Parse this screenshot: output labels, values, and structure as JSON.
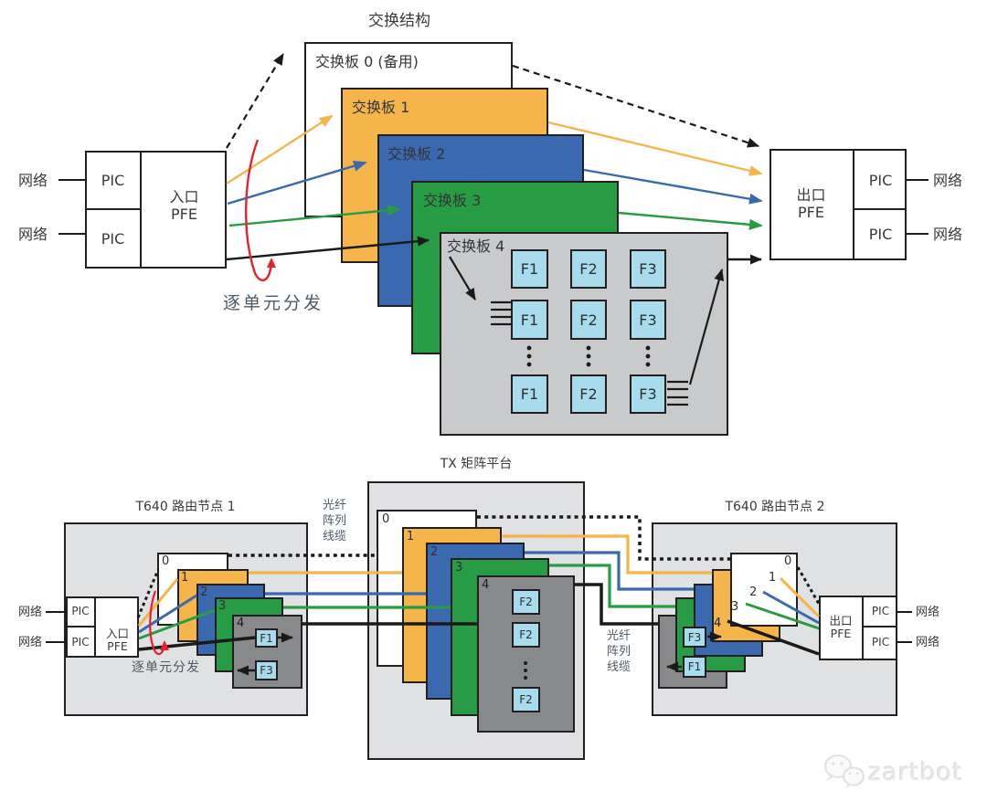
{
  "labels": {
    "network": "网络",
    "pic": "PIC",
    "ingress": [
      "入口",
      "PFE"
    ],
    "egress": [
      "出口",
      "PFE"
    ],
    "per_cell_distribution": "逐单元分发",
    "fiber_cable": [
      "光纤",
      "阵列",
      "线缆"
    ]
  },
  "top": {
    "title": "交换结构",
    "boards": [
      {
        "label": "交换板 0 (备用)",
        "color": "#FFFFFF"
      },
      {
        "label": "交换板 1",
        "color": "#F5B54A"
      },
      {
        "label": "交换板 2",
        "color": "#3A69B0"
      },
      {
        "label": "交换板 3",
        "color": "#279C45"
      },
      {
        "label": "交换板 4",
        "color": "#C9CACC"
      }
    ],
    "grid": [
      [
        "F1",
        "F2",
        "F3"
      ],
      [
        "F1",
        "F2",
        "F3"
      ],
      [
        "F1",
        "F2",
        "F3"
      ]
    ]
  },
  "bottom": {
    "tx_title": "TX 矩阵平台",
    "node1_title": "T640 路由节点 1",
    "node2_title": "T640 路由节点 2",
    "board_numbers": [
      "0",
      "1",
      "2",
      "3",
      "4"
    ],
    "node1_cells": [
      "F1",
      "F3"
    ],
    "tx_cells": [
      "F2",
      "F2",
      "F2"
    ],
    "node2_cells": [
      "F3",
      "F1"
    ]
  },
  "watermark": {
    "text": "zartbot"
  },
  "colors": {
    "orange": "#F5B54A",
    "blue": "#3A69B0",
    "green": "#279C45",
    "red": "#E8202E",
    "board_gray": "#C9CACC",
    "dark_gray": "#87898B",
    "cell_blue": "#A8DCEC",
    "chassis_gray": "#E0E1E2",
    "line_black": "#1A1A1A"
  }
}
